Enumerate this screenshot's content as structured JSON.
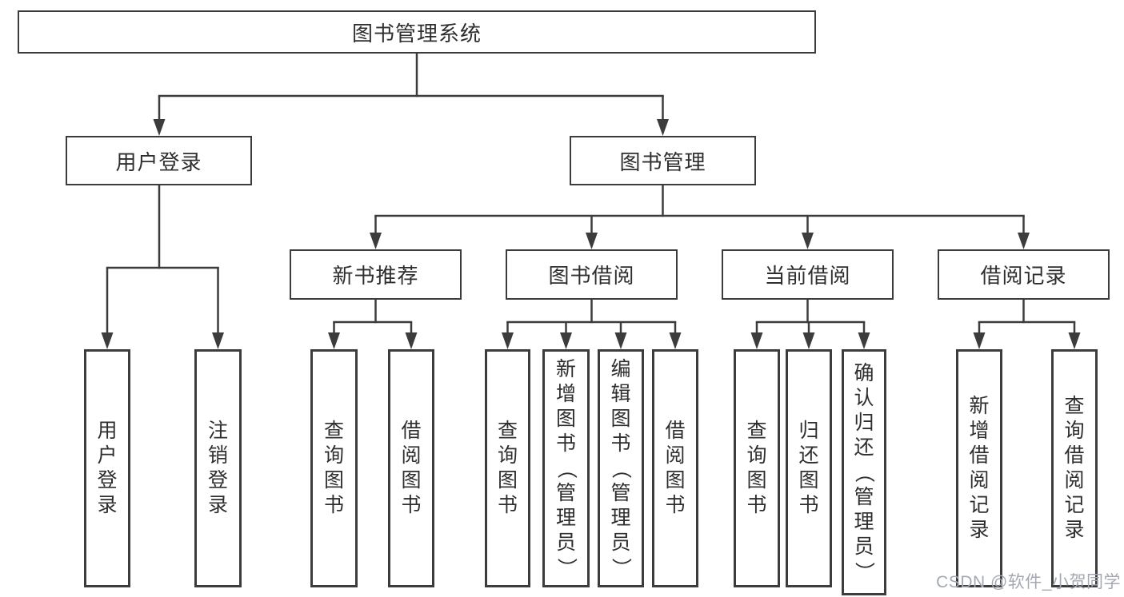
{
  "tree": {
    "root": {
      "label": "图书管理系统"
    },
    "branches": [
      {
        "label": "用户登录",
        "children": [
          "用户登录",
          "注销登录"
        ]
      },
      {
        "label": "图书管理",
        "modules": [
          {
            "label": "新书推荐",
            "children": [
              "查询图书",
              "借阅图书"
            ]
          },
          {
            "label": "图书借阅",
            "children": [
              "查询图书",
              "新增图书（管理员）",
              "编辑图书（管理员）",
              "借阅图书"
            ]
          },
          {
            "label": "当前借阅",
            "children": [
              "查询图书",
              "归还图书",
              "确认归还（管理员）"
            ]
          },
          {
            "label": "借阅记录",
            "children": [
              "新增借阅记录",
              "查询借阅记录"
            ]
          }
        ]
      }
    ]
  },
  "watermark": "CSDN @软件_小贺同学",
  "colors": {
    "line": "#3c3c3c",
    "text": "#2e2e2e",
    "watermark": "#a3a8b3",
    "background": "#ffffff"
  }
}
